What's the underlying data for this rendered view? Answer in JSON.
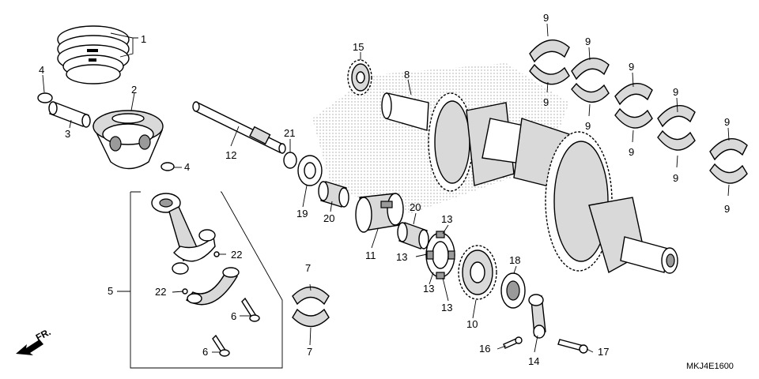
{
  "diagram": {
    "code": "MKJ4E1600",
    "direction_label": "FR.",
    "callouts": [
      {
        "id": "c1",
        "text": "1"
      },
      {
        "id": "c2",
        "text": "2"
      },
      {
        "id": "c3",
        "text": "3"
      },
      {
        "id": "c4a",
        "text": "4"
      },
      {
        "id": "c4b",
        "text": "4"
      },
      {
        "id": "c5",
        "text": "5"
      },
      {
        "id": "c6a",
        "text": "6"
      },
      {
        "id": "c6b",
        "text": "6"
      },
      {
        "id": "c7a",
        "text": "7"
      },
      {
        "id": "c7b",
        "text": "7"
      },
      {
        "id": "c8",
        "text": "8"
      },
      {
        "id": "c9a",
        "text": "9"
      },
      {
        "id": "c9b",
        "text": "9"
      },
      {
        "id": "c9c",
        "text": "9"
      },
      {
        "id": "c9d",
        "text": "9"
      },
      {
        "id": "c9e",
        "text": "9"
      },
      {
        "id": "c9f",
        "text": "9"
      },
      {
        "id": "c9g",
        "text": "9"
      },
      {
        "id": "c9h",
        "text": "9"
      },
      {
        "id": "c9i",
        "text": "9"
      },
      {
        "id": "c9j",
        "text": "9"
      },
      {
        "id": "c10",
        "text": "10"
      },
      {
        "id": "c11",
        "text": "11"
      },
      {
        "id": "c12",
        "text": "12"
      },
      {
        "id": "c13a",
        "text": "13"
      },
      {
        "id": "c13b",
        "text": "13"
      },
      {
        "id": "c13c",
        "text": "13"
      },
      {
        "id": "c13d",
        "text": "13"
      },
      {
        "id": "c14",
        "text": "14"
      },
      {
        "id": "c15",
        "text": "15"
      },
      {
        "id": "c16",
        "text": "16"
      },
      {
        "id": "c17",
        "text": "17"
      },
      {
        "id": "c18",
        "text": "18"
      },
      {
        "id": "c19",
        "text": "19"
      },
      {
        "id": "c20a",
        "text": "20"
      },
      {
        "id": "c20b",
        "text": "20"
      },
      {
        "id": "c21",
        "text": "21"
      },
      {
        "id": "c22a",
        "text": "22"
      },
      {
        "id": "c22b",
        "text": "22"
      }
    ]
  }
}
